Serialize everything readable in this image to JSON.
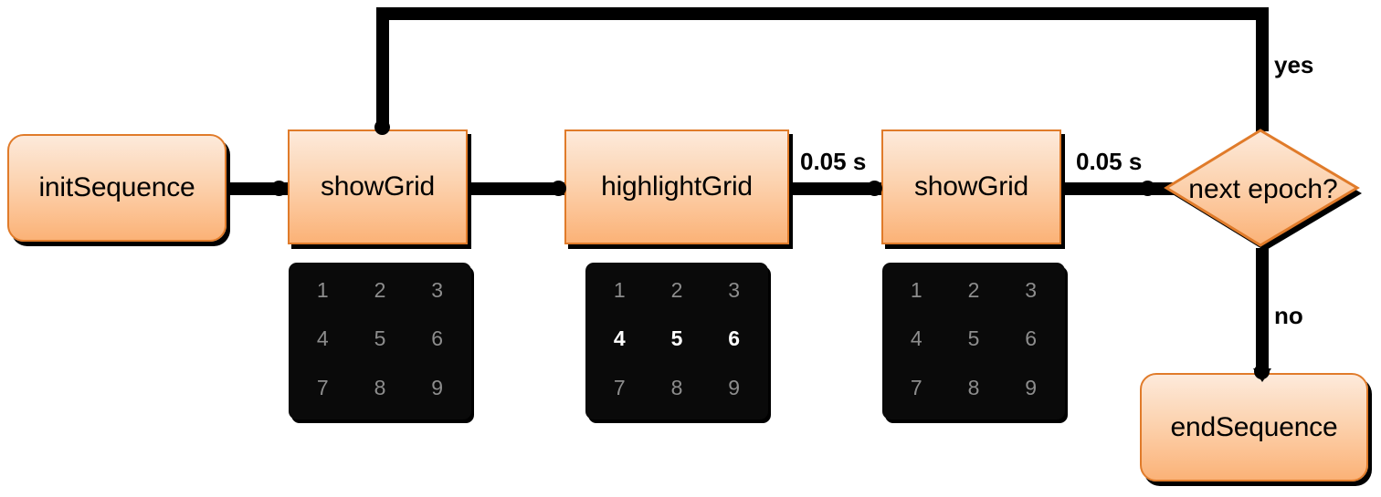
{
  "diagram": {
    "title": "sequence flowchart",
    "colors": {
      "node_border": "#e07b2a",
      "node_fill_top": "#fdeadb",
      "node_fill_bottom": "#fbb277",
      "edge": "#000000",
      "grid_background": "#0a0a0a",
      "grid_digit": "#8d8d8d",
      "grid_digit_highlight": "#ffffff"
    },
    "nodes": [
      {
        "id": "initSequence",
        "label": "initSequence",
        "shape": "rounded-rectangle"
      },
      {
        "id": "showGrid1",
        "label": "showGrid",
        "shape": "rectangle"
      },
      {
        "id": "highlightGrid",
        "label": "highlightGrid",
        "shape": "rectangle"
      },
      {
        "id": "showGrid2",
        "label": "showGrid",
        "shape": "rectangle"
      },
      {
        "id": "nextEpoch",
        "label": "next epoch?",
        "shape": "diamond"
      },
      {
        "id": "endSequence",
        "label": "endSequence",
        "shape": "rounded-rectangle"
      }
    ],
    "edge_labels": {
      "delay_1": "0.05 s",
      "delay_2": "0.05 s",
      "yes": "yes",
      "no": "no"
    },
    "grids": [
      {
        "id": "grid-showGrid1",
        "digits": [
          "1",
          "2",
          "3",
          "4",
          "5",
          "6",
          "7",
          "8",
          "9"
        ],
        "highlighted": []
      },
      {
        "id": "grid-highlightGrid",
        "digits": [
          "1",
          "2",
          "3",
          "4",
          "5",
          "6",
          "7",
          "8",
          "9"
        ],
        "highlighted": [
          "4",
          "5",
          "6"
        ]
      },
      {
        "id": "grid-showGrid2",
        "digits": [
          "1",
          "2",
          "3",
          "4",
          "5",
          "6",
          "7",
          "8",
          "9"
        ],
        "highlighted": []
      }
    ]
  }
}
